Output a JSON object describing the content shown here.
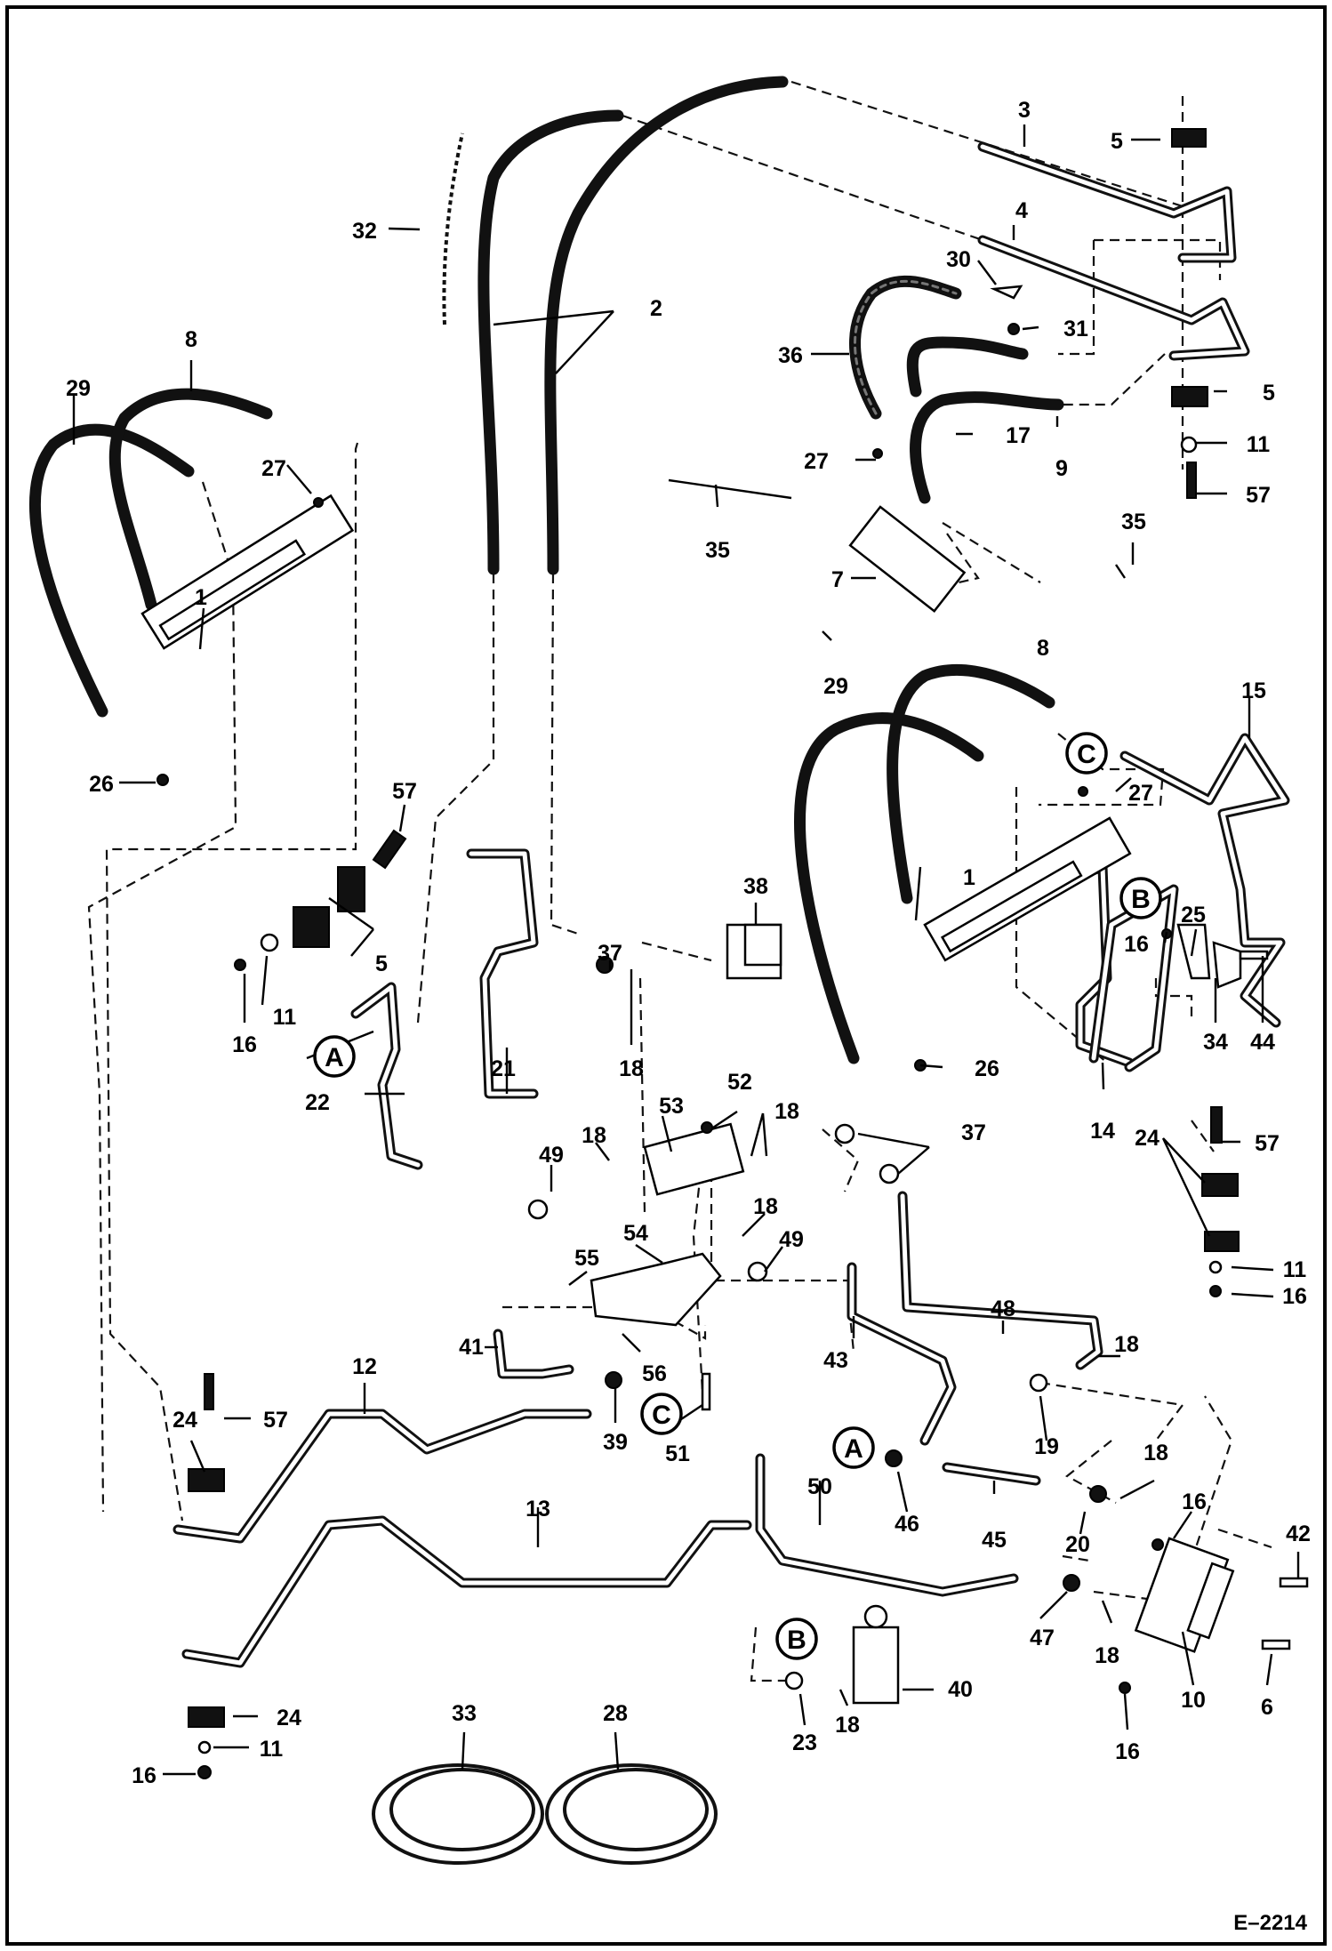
{
  "diagram": {
    "drawing_code": "E–2214",
    "reference_letters": [
      "A",
      "B",
      "C"
    ],
    "part_numbers": [
      "1",
      "2",
      "3",
      "4",
      "5",
      "6",
      "7",
      "8",
      "9",
      "10",
      "11",
      "12",
      "13",
      "14",
      "15",
      "16",
      "17",
      "18",
      "19",
      "20",
      "21",
      "22",
      "23",
      "24",
      "25",
      "26",
      "27",
      "28",
      "29",
      "30",
      "31",
      "32",
      "33",
      "34",
      "35",
      "36",
      "37",
      "38",
      "39",
      "40",
      "41",
      "42",
      "43",
      "44",
      "45",
      "46",
      "47",
      "48",
      "49",
      "50",
      "51",
      "52",
      "53",
      "54",
      "55",
      "56",
      "57"
    ]
  }
}
